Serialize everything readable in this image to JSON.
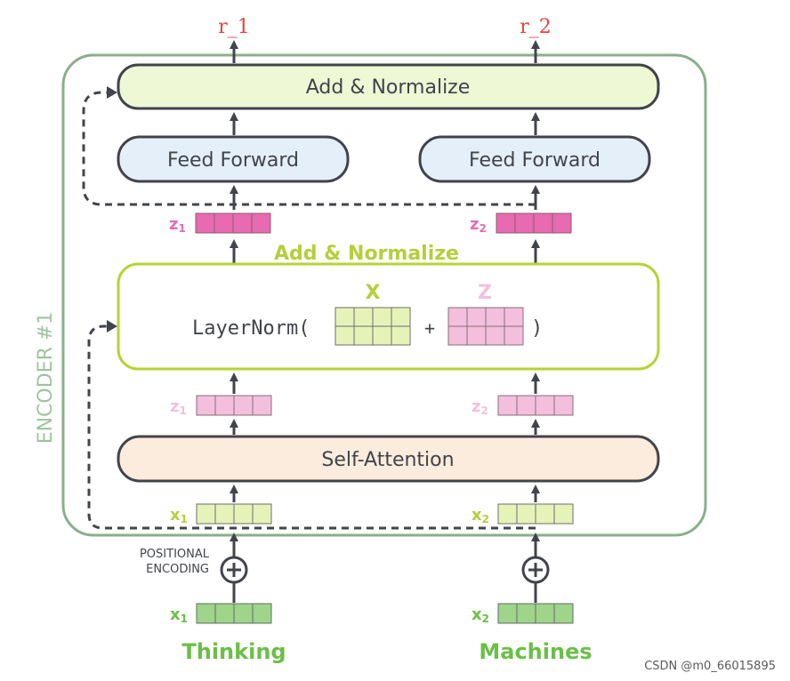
{
  "outputs": [
    "r_1",
    "r_2"
  ],
  "encoder_label": "ENCODER #1",
  "add_normalize_top": "Add & Normalize",
  "feed_forward": [
    "Feed Forward",
    "Feed Forward"
  ],
  "add_normalize_mid": "Add & Normalize",
  "layernorm": {
    "prefix": "LayerNorm(",
    "plus": "+",
    "suffix": ")",
    "x_label": "X",
    "z_label": "Z"
  },
  "self_attention": "Self-Attention",
  "vector_labels": {
    "z_out": [
      {
        "base": "z",
        "sub": "1"
      },
      {
        "base": "z",
        "sub": "2"
      }
    ],
    "z_in": [
      {
        "base": "z",
        "sub": "1"
      },
      {
        "base": "z",
        "sub": "2"
      }
    ],
    "x_enc": [
      {
        "base": "x",
        "sub": "1"
      },
      {
        "base": "x",
        "sub": "2"
      }
    ],
    "x_emb": [
      {
        "base": "x",
        "sub": "1"
      },
      {
        "base": "x",
        "sub": "2"
      }
    ]
  },
  "positional_encoding": [
    "POSITIONAL",
    "ENCODING"
  ],
  "inputs": [
    "Thinking",
    "Machines"
  ],
  "watermark": "CSDN @m0_66015895",
  "colors": {
    "encoder_border": "#8aaf8a",
    "encoder_label": "#9ec49e",
    "lime_border": "#b5d334",
    "lime_text": "#b5cf3a",
    "dark_box": "#41444a",
    "output_red": "#e2463a",
    "add_norm_fill": "#eef8d5",
    "ff_fill": "#e5effa",
    "sa_fill": "#fbecde",
    "z_dark": "#e86ab0",
    "z_light": "#f3bfdc",
    "x_light": "#e6f3b8",
    "x_emb": "#9fd48b",
    "input_green": "#6bbf47"
  }
}
